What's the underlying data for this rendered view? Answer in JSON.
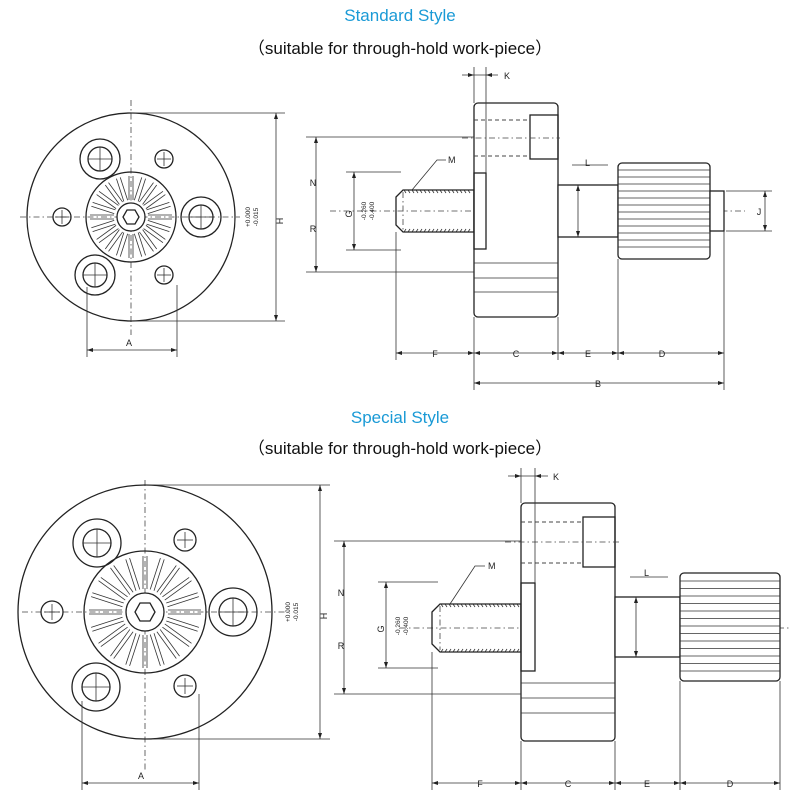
{
  "standard": {
    "title": "Standard Style",
    "subtitle": "（suitable for through-hold work-piece）",
    "title_color": "#1a9ad6",
    "labels": {
      "A": "A",
      "B": "B",
      "C": "C",
      "D": "D",
      "E": "E",
      "F": "F",
      "G": "G",
      "H": "H",
      "J": "J",
      "K": "K",
      "L": "L",
      "M": "M",
      "N": "N",
      "R": "R"
    },
    "tol_h_upper": "+0.000",
    "tol_h_lower": "-0.015",
    "tol_g_upper": "-0.260",
    "tol_g_lower": "-0.400"
  },
  "special": {
    "title": "Special Style",
    "subtitle": "（suitable for through-hold work-piece）",
    "title_color": "#1a9ad6",
    "labels": {
      "A": "A",
      "C": "C",
      "D": "D",
      "E": "E",
      "F": "F",
      "G": "G",
      "H": "H",
      "K": "K",
      "L": "L",
      "M": "M",
      "N": "N",
      "R": "R"
    },
    "tol_h_upper": "+0.000",
    "tol_h_lower": "-0.015",
    "tol_g_upper": "-0.260",
    "tol_g_lower": "-0.400"
  }
}
